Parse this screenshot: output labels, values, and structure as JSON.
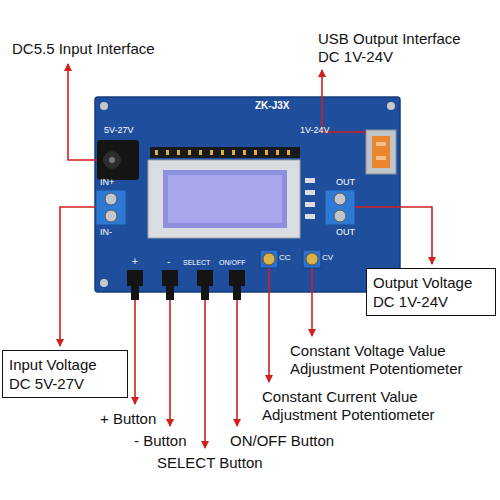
{
  "diagram": {
    "nodes": [
      {
        "text": [
          "Input Voltage DC 5V-27V"
        ]
      },
      {
        "text": [
          "Output Voltage DC 1V-24V"
        ]
      }
    ],
    "labels": [
      "DC5.5 Input Interface",
      "USB Output Interface DC 1V-24V",
      "ZK-J3X",
      "5V-27V",
      "1V-24V",
      "IN+",
      "IN-",
      "OUT",
      "OUT",
      "+",
      "-",
      "SELECT",
      "ON/OFF",
      "CC",
      "CV",
      "Constant Voltage Value Adjustment Potentiometer",
      "Constant Current Value Adjustment Potentiometer",
      "+ Button",
      "- Button",
      "SELECT Button",
      "ON/OFF Button"
    ]
  }
}
